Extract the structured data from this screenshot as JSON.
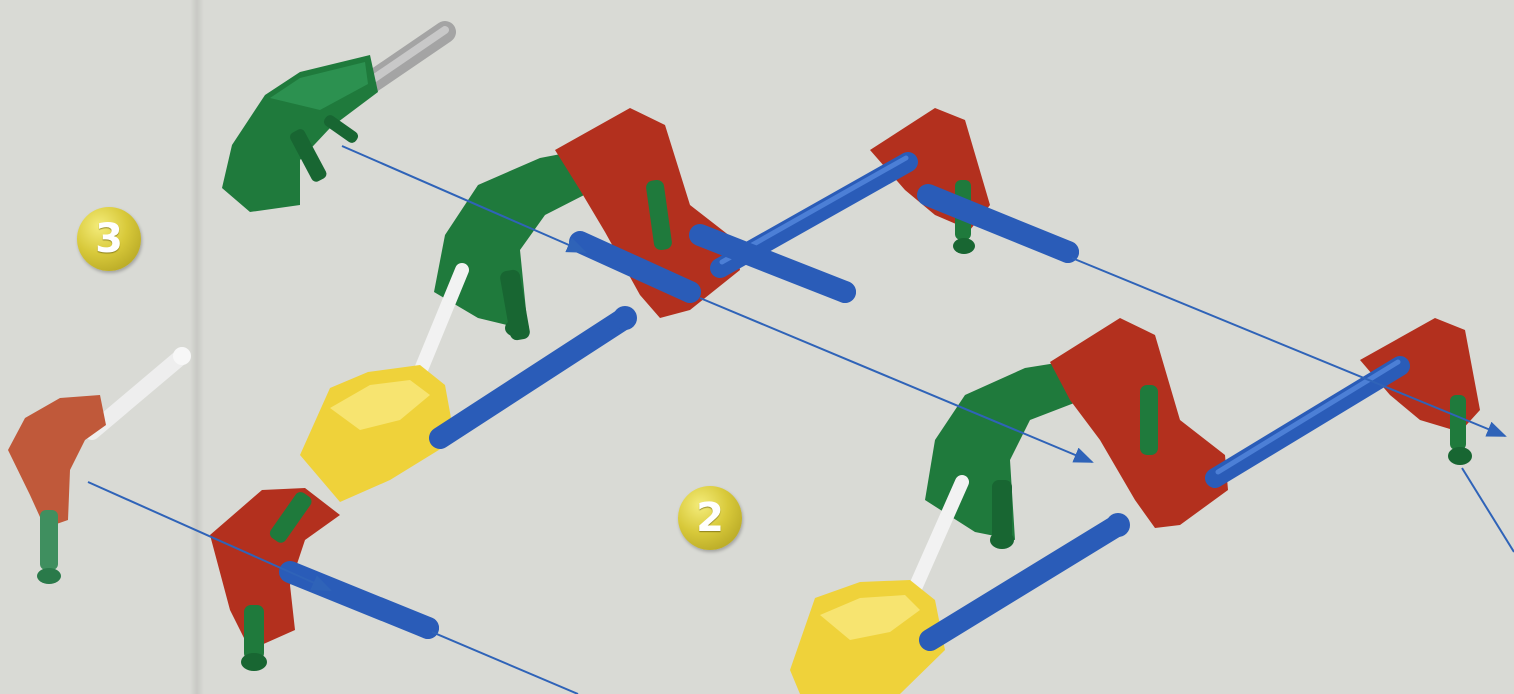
{
  "steps": [
    {
      "number": "3"
    },
    {
      "number": "2"
    }
  ],
  "colors": {
    "background": "#d9dad5",
    "green_connector": "#1f7a3c",
    "red_connector": "#b3301e",
    "yellow_connector": "#efd23a",
    "blue_rod": "#2a5cb8",
    "white_rod": "#eeeeee",
    "gray_rod": "#a4a4a4",
    "assembly_arrow": "#2f63b8"
  },
  "icons": [
    "step-number-badge",
    "assembly-arrow"
  ]
}
